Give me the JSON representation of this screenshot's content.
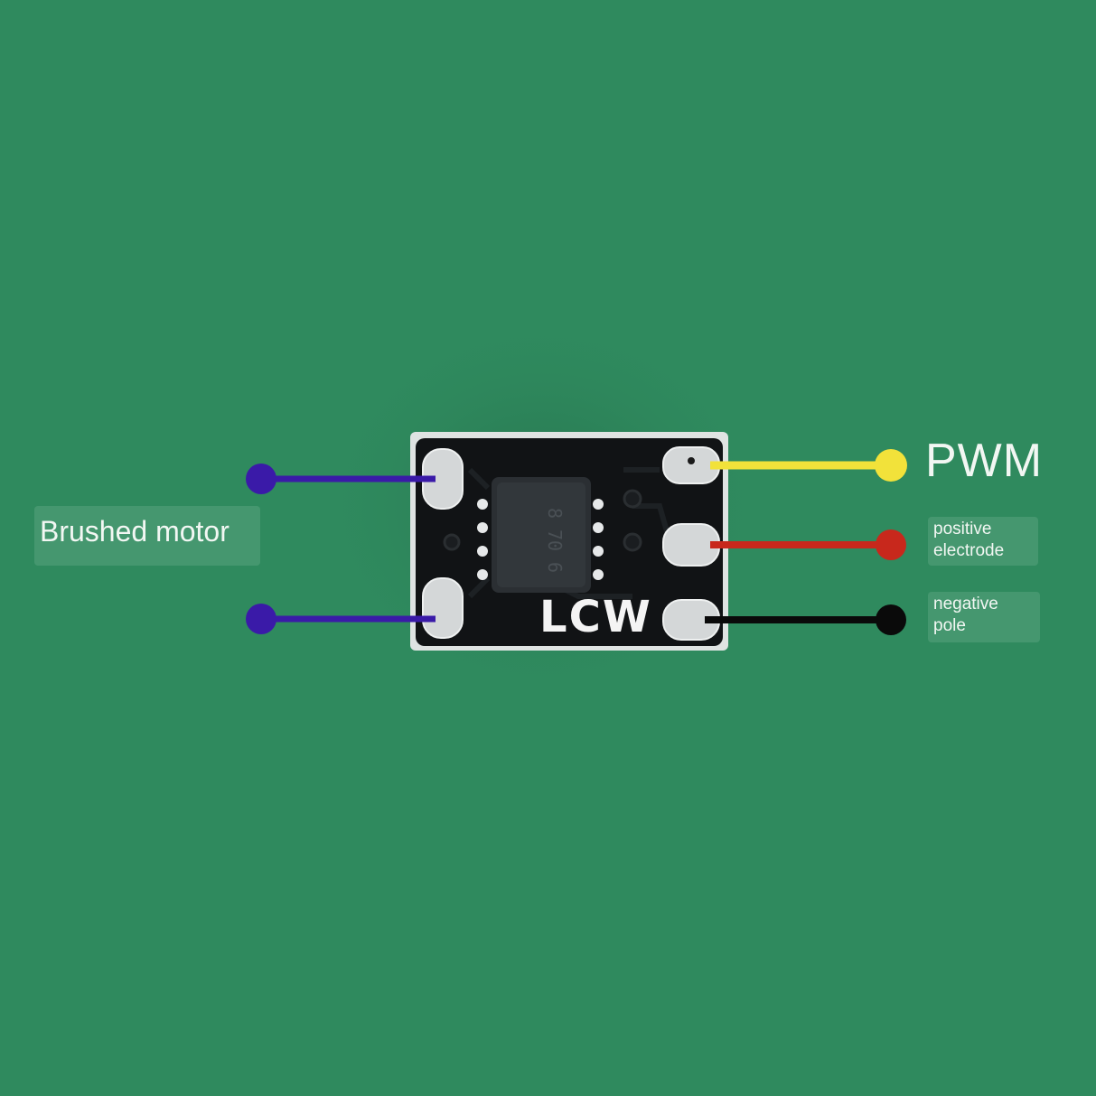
{
  "labels": {
    "brushed_motor": "Brushed motor",
    "pwm": "PWM",
    "positive_electrode_line1": "positive",
    "positive_electrode_line2": "electrode",
    "negative_pole_line1": "negative",
    "negative_pole_line2": "pole"
  },
  "board": {
    "silkscreen": "LCW",
    "chip_marking": [
      "8",
      "70",
      "6"
    ]
  },
  "colors": {
    "background": "#2f8a5e",
    "motor_wire": "#3a1aa8",
    "pwm_wire": "#f2e23a",
    "positive_wire": "#c8281c",
    "negative_wire": "#0a0a0a",
    "pcb": "#101214",
    "pad": "#d4d7d8"
  }
}
